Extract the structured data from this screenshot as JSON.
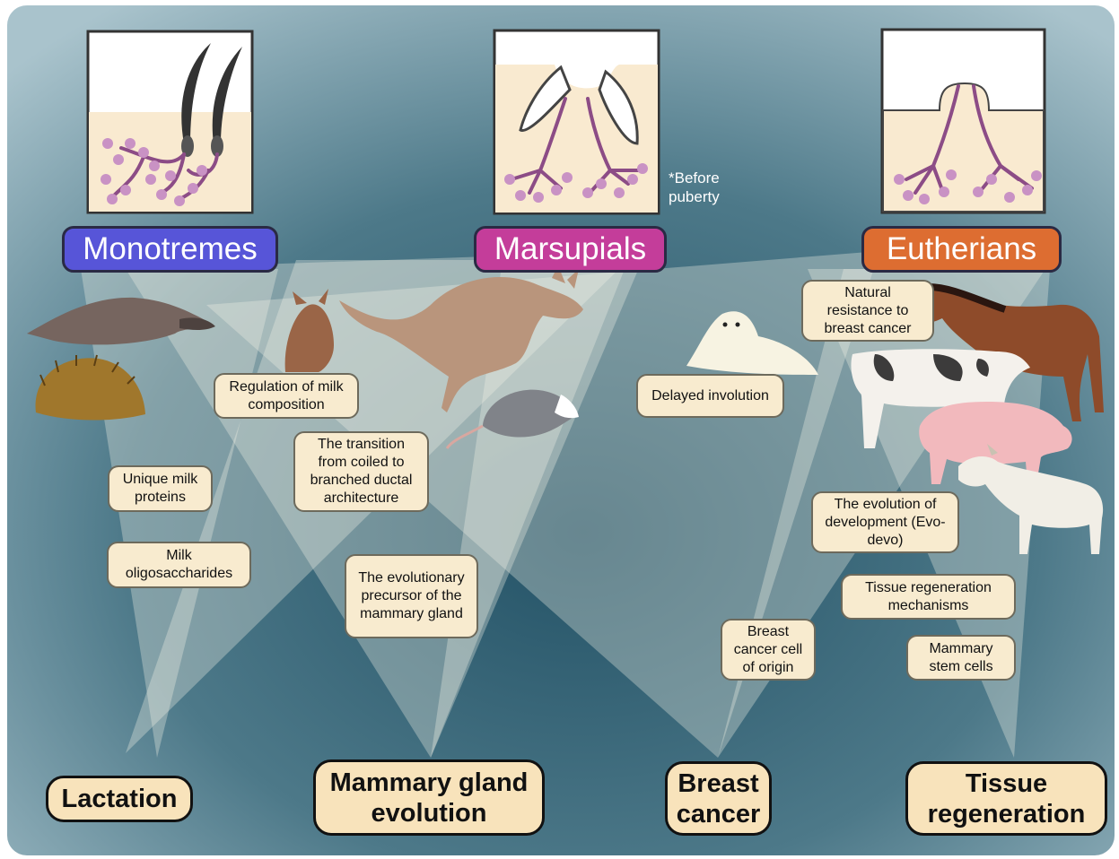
{
  "groups": {
    "monotremes": {
      "title": "Monotremes",
      "color": "#5755d8"
    },
    "marsupials": {
      "title": "Marsupials",
      "color": "#c43d9a"
    },
    "eutherians": {
      "title": "Eutherians",
      "color": "#dd6d31"
    }
  },
  "note": {
    "before_line1": "*Before",
    "before_line2": "puberty"
  },
  "research_topics": {
    "regulation_milk": "Regulation of milk composition",
    "coiled_to_branched": "The transition from coiled to branched ductal architecture",
    "unique_milk_proteins": "Unique milk proteins",
    "milk_oligosaccharides": "Milk oligosaccharides",
    "evolutionary_precursor": "The evolutionary precursor of the mammary gland",
    "delayed_involution": "Delayed involution",
    "natural_resistance": "Natural resistance to breast cancer",
    "evo_devo": "The evolution of development (Evo-devo)",
    "tissue_regeneration_mechanisms": "Tissue regeneration mechanisms",
    "breast_cancer_origin": "Breast cancer cell of origin",
    "mammary_stem_cells": "Mammary stem cells"
  },
  "fields": {
    "lactation": "Lactation",
    "mammary_gland_evolution": "Mammary gland evolution",
    "breast_cancer": "Breast cancer",
    "tissue_regeneration": "Tissue regeneration"
  },
  "colors": {
    "background_dark": "#2d5a6c",
    "background_light": "#8fb1bd",
    "label_fill": "#f8ebcf",
    "field_fill": "#f8e3bb",
    "skin": "#f9ead0",
    "gland": "#b57ab0"
  }
}
